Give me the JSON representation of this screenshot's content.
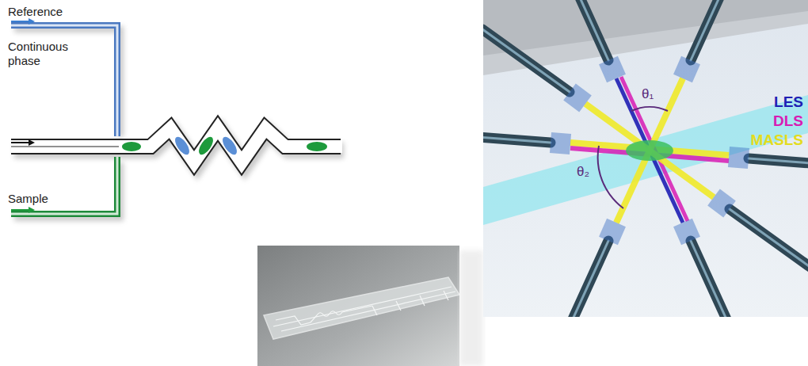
{
  "diagram": {
    "labels": [
      "Reference",
      "Continuous phase",
      "Sample",
      "θ₁",
      "θ₂"
    ],
    "legend": [
      {
        "text": "LES",
        "color": "#1f1fb4"
      },
      {
        "text": "DLS",
        "color": "#d81bb4"
      },
      {
        "text": "MASLS",
        "color": "#e3dc1e"
      }
    ]
  }
}
